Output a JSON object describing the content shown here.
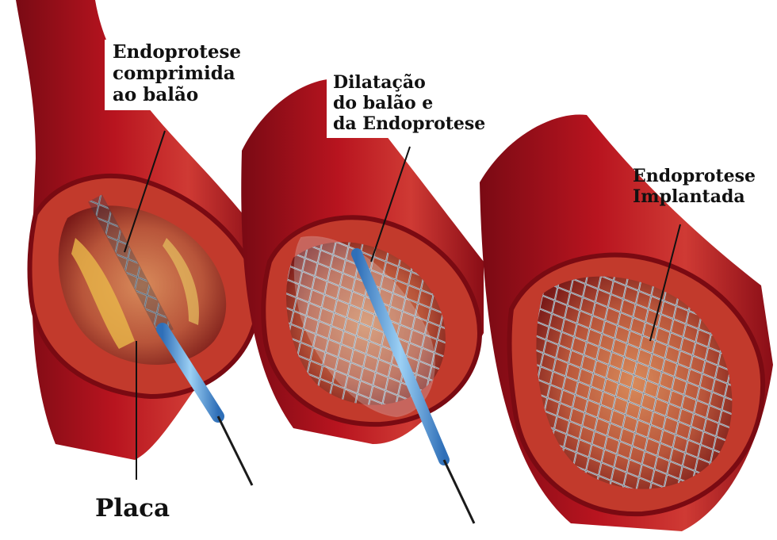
{
  "labels": {
    "compressed_stent": [
      "Endoprotese",
      "comprimida",
      "ao balão"
    ],
    "balloon_dilation": [
      "Dilatação",
      "do balão e",
      "da Endoprotese"
    ],
    "implanted_stent": [
      "Endoprotese",
      "Implantada"
    ],
    "plaque": "Placa"
  },
  "colors": {
    "vessel_outer": "#a8121c",
    "vessel_dark": "#6e0a12",
    "vessel_wall": "#c43a2e",
    "vessel_inner": "#e8a070",
    "plaque": "#e8b84a",
    "stent": "#b8c8d8",
    "catheter": "#4a8cd0"
  }
}
